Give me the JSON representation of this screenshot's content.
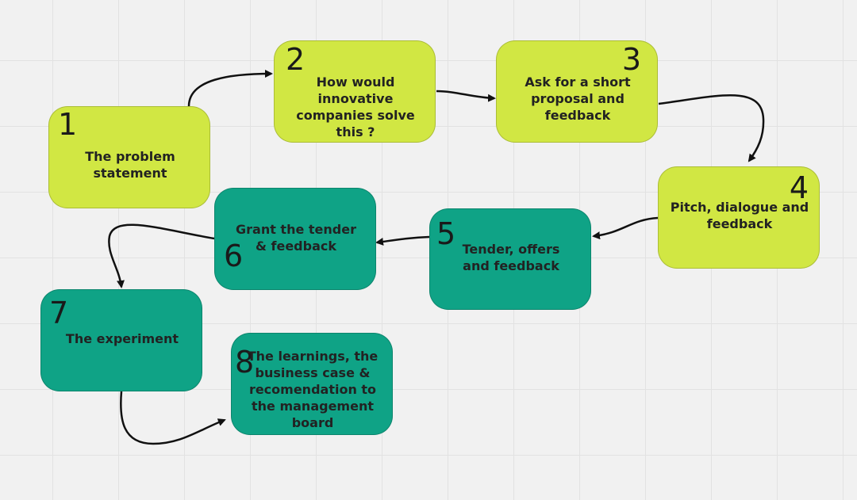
{
  "steps": [
    {
      "number": "1",
      "label": "The problem statement",
      "color": "#d1e743"
    },
    {
      "number": "2",
      "label": "How would innovative companies solve this ?",
      "color": "#d1e743"
    },
    {
      "number": "3",
      "label": "Ask for a short proposal and feedback",
      "color": "#d1e743"
    },
    {
      "number": "4",
      "label": "Pitch, dialogue and feedback",
      "color": "#d1e743"
    },
    {
      "number": "5",
      "label": "Tender, offers and feedback",
      "color": "#0fa386"
    },
    {
      "number": "6",
      "label": "Grant the tender & feedback",
      "color": "#0fa386"
    },
    {
      "number": "7",
      "label": "The experiment",
      "color": "#0fa386"
    },
    {
      "number": "8",
      "label": "The learnings, the business case & recomendation to the management board",
      "color": "#0fa386"
    }
  ],
  "colors": {
    "lime": "#d1e743",
    "teal": "#0fa386",
    "connector": "#111111",
    "canvas": "#f1f1f1"
  }
}
